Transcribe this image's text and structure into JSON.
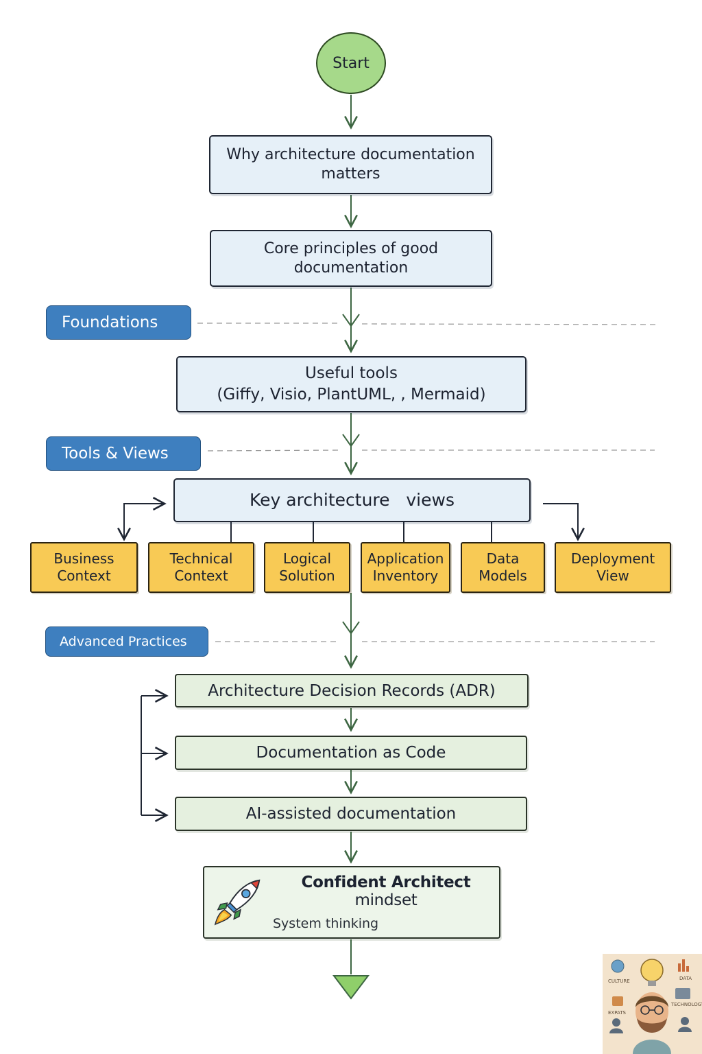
{
  "start": {
    "label": "Start"
  },
  "steps": {
    "why": [
      "Why architecture documentation",
      "matters"
    ],
    "principles": [
      "Core principles of good",
      "documentation"
    ],
    "tools": [
      "Useful tools",
      "(Giffy, Visio, PlantUML, , Mermaid)"
    ],
    "views": "Key architecture   views"
  },
  "sections": {
    "foundations": "Foundations",
    "tools_views": "Tools & Views",
    "advanced": "Advanced Practices"
  },
  "view_types": [
    [
      "Business",
      "Context"
    ],
    [
      "Technical",
      "Context"
    ],
    [
      "Logical",
      "Solution"
    ],
    [
      "Application",
      "Inventory"
    ],
    [
      "Data",
      "Models"
    ],
    [
      "Deployment",
      "View"
    ]
  ],
  "practices": {
    "adr": "Architecture Decision Records (ADR)",
    "docs_code": "Documentation as Code",
    "ai": "AI-assisted documentation"
  },
  "outcome": {
    "title_bold": "Confident Architect",
    "title_rest": " mindset",
    "subtitle": "System thinking"
  },
  "badge": {
    "labels": [
      "CULTURE",
      "DATA",
      "EXPATS",
      "TECHNOLOGY"
    ]
  },
  "colors": {
    "start_fill": "#a6d98a",
    "step_fill": "#e6f0f8",
    "section_fill": "#3e7fbf",
    "view_fill": "#f8ca55",
    "practice_fill": "#e5f0df",
    "arrow": "#3d6642"
  }
}
